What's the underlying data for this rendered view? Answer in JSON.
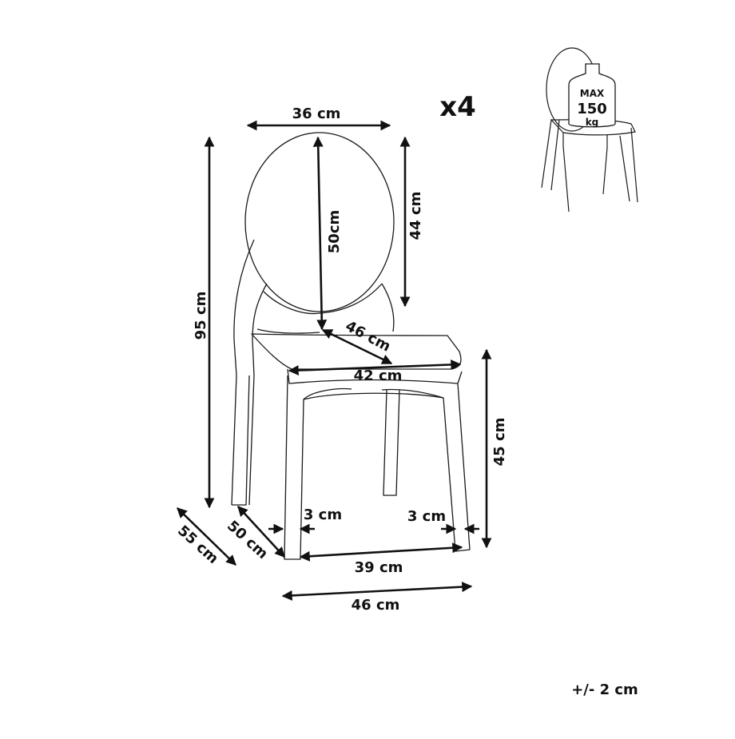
{
  "quantity": "x4",
  "tolerance": "+/- 2 cm",
  "max_load": {
    "line1": "MAX",
    "line2": "150",
    "line3": "kg"
  },
  "dimensions": {
    "backrest_width": "36 cm",
    "total_height": "95 cm",
    "backrest_height_outer": "44 cm",
    "backrest_height_inner": "50cm",
    "seat_depth": "46 cm",
    "seat_width": "42 cm",
    "seat_height": "45 cm",
    "leg_depth_left": "3 cm",
    "leg_depth_right": "3 cm",
    "depth_total": "55 cm",
    "depth_base": "50 cm",
    "base_width_inner": "39 cm",
    "base_width_total": "46 cm"
  },
  "colors": {
    "line": "#1a1a1a",
    "background": "#ffffff"
  }
}
